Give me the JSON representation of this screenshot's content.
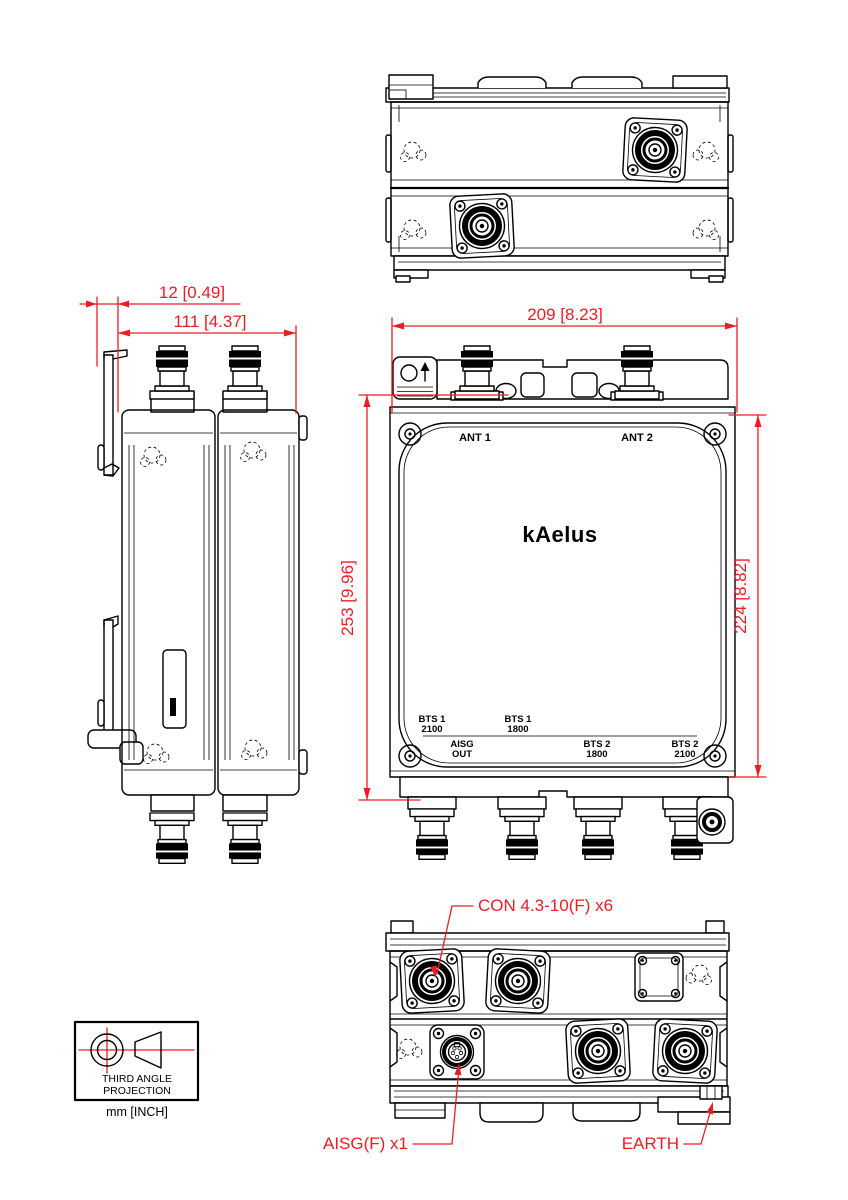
{
  "colors": {
    "dimension_red": "#ed1c24",
    "line_black": "#000000"
  },
  "dimensions": {
    "bracket_offset": "12 [0.49]",
    "side_depth": "111 [4.37]",
    "front_width": "209 [8.23]",
    "overall_height": "253 [9.96]",
    "body_height": "224 [8.82]"
  },
  "callouts": {
    "rf_connectors": "CON 4.3-10(F) x6",
    "aisg_connector": "AISG(F) x1",
    "earth": "EARTH"
  },
  "front_view": {
    "top_labels": {
      "ant1": "ANT 1",
      "ant2": "ANT 2"
    },
    "logo": "kAelus",
    "port_labels_row1": [
      {
        "line1": "BTS 1",
        "line2": "2100"
      },
      {
        "line1": "BTS 1",
        "line2": "1800"
      }
    ],
    "port_labels_row2": [
      {
        "line1": "AISG",
        "line2": "OUT"
      },
      {
        "line1": "BTS 2",
        "line2": "1800"
      },
      {
        "line1": "BTS 2",
        "line2": "2100"
      }
    ]
  },
  "projection": {
    "line1": "THIRD ANGLE",
    "line2": "PROJECTION",
    "units": "mm [INCH]"
  }
}
